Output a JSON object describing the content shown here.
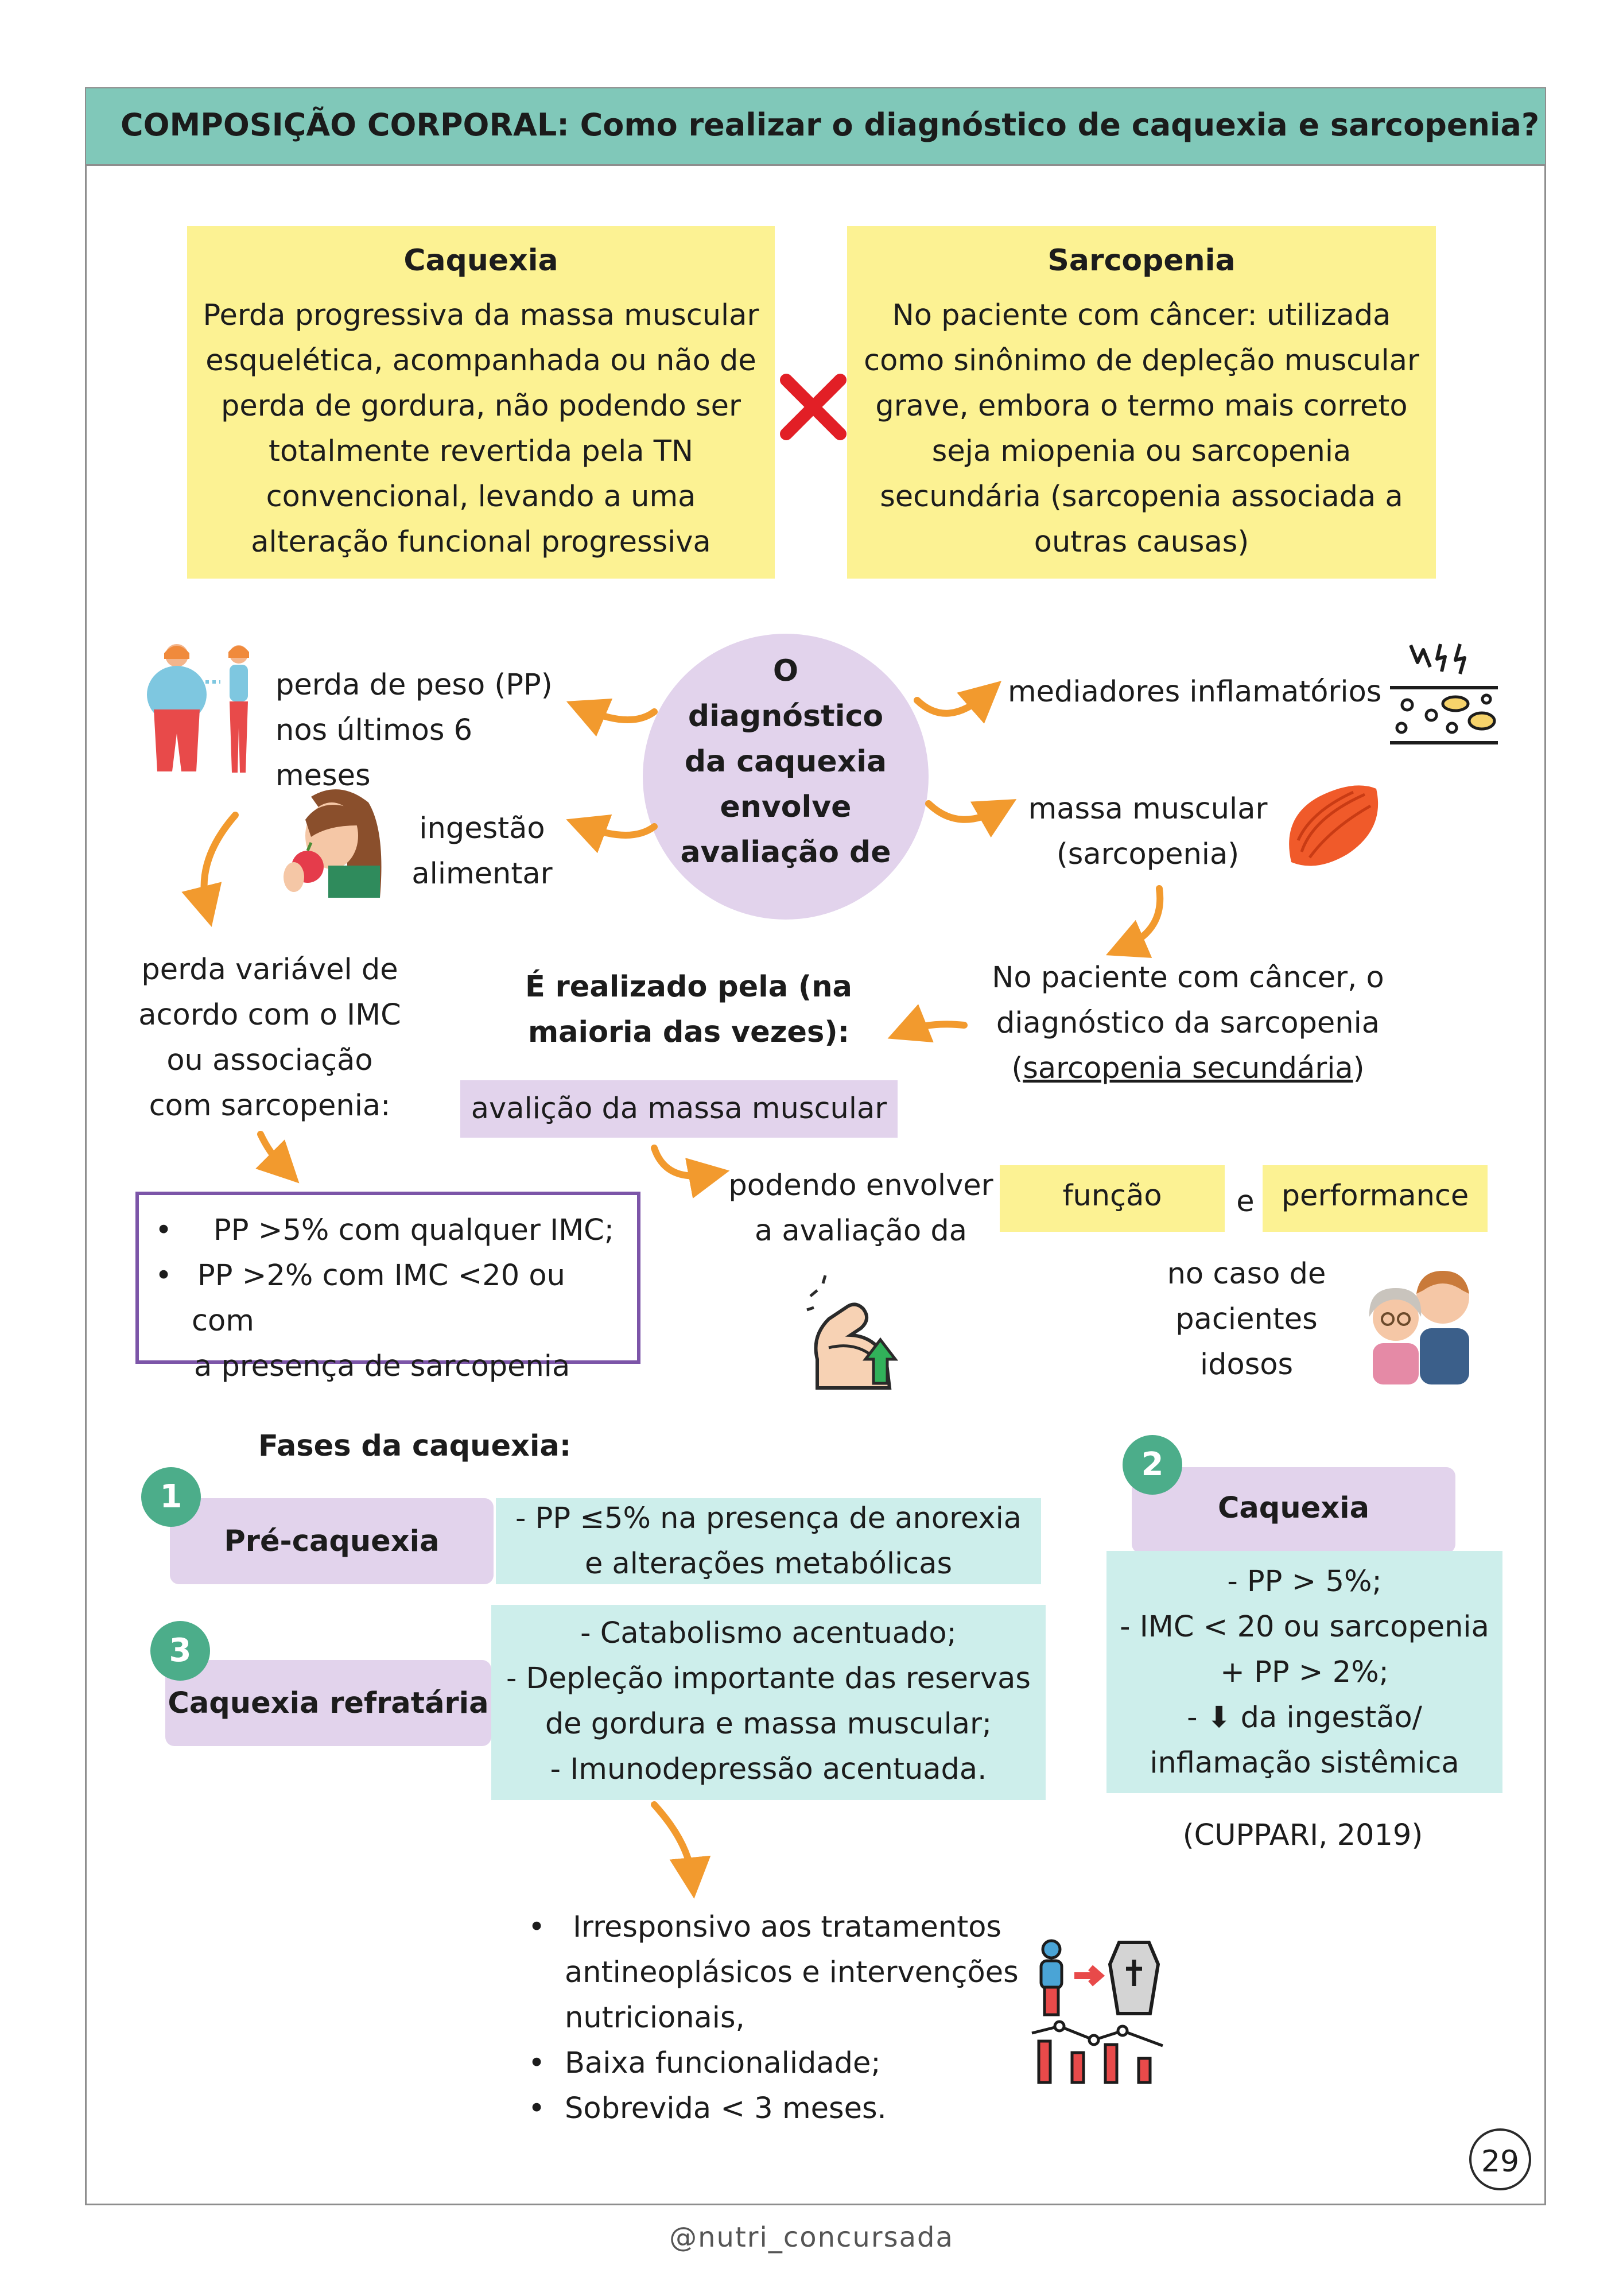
{
  "header": {
    "title": "COMPOSIÇÃO CORPORAL: Como realizar o diagnóstico de caquexia e sarcopenia?"
  },
  "definitions": {
    "caquexia": {
      "title": "Caquexia",
      "lines": [
        "Perda progressiva da massa muscular",
        "esquelética, acompanhada ou não de",
        "perda de gordura, não podendo ser",
        "totalmente revertida pela TN",
        "convencional, levando a uma",
        "alteração funcional progressiva"
      ]
    },
    "sarcopenia": {
      "title": "Sarcopenia",
      "lines": [
        "No paciente com câncer: utilizada",
        "como sinônimo de depleção muscular",
        "grave, embora o termo mais correto",
        "seja miopenia ou sarcopenia",
        "secundária (sarcopenia associada a",
        "outras causas)"
      ]
    }
  },
  "center_circle": {
    "lines": [
      "O",
      "diagnóstico",
      "da caquexia",
      "envolve",
      "avaliação de"
    ]
  },
  "left_items": {
    "weight_loss": [
      "perda de peso (PP)",
      "nos últimos 6 meses"
    ],
    "food_intake": [
      "ingestão",
      "alimentar"
    ],
    "variable_loss": [
      "perda variável de",
      "acordo com o IMC",
      "ou associação",
      "com sarcopenia:"
    ],
    "criteria": [
      "PP >5% com qualquer IMC;",
      "PP >2% com IMC <20 ou com",
      "a presença de sarcopenia"
    ]
  },
  "right_items": {
    "inflammatory": "mediadores inflamatórios",
    "muscle_mass": [
      "massa muscular",
      "(sarcopenia)"
    ],
    "cancer_diag": [
      "No paciente com câncer, o",
      "diagnóstico da sarcopenia",
      "(",
      "sarcopenia secundária",
      ")"
    ]
  },
  "middle": {
    "realizado": [
      "É realizado pela (na",
      "maioria das vezes):"
    ],
    "avaliacao": "avalição da massa muscular",
    "podendo": [
      "podendo envolver",
      "a avaliação da"
    ],
    "funcao": "função",
    "e": "e",
    "performance": "performance",
    "idosos": [
      "no caso de",
      "pacientes",
      "idosos"
    ]
  },
  "fases": {
    "title": "Fases da caquexia:",
    "fase1": {
      "num": "1",
      "label": "Pré-caquexia",
      "details": [
        "- PP ≤5% na presença de anorexia",
        "e alterações metabólicas"
      ]
    },
    "fase2": {
      "num": "2",
      "label": "Caquexia",
      "details": [
        "- PP > 5%;",
        "- IMC < 20 ou sarcopenia",
        "+ PP > 2%;",
        "- ⬇ da ingestão/",
        "inflamação sistêmica"
      ]
    },
    "fase3": {
      "num": "3",
      "label": "Caquexia refratária",
      "details": [
        "- Catabolismo acentuado;",
        "- Depleção importante das reservas",
        "de gordura e massa muscular;",
        "- Imunodepressão acentuada."
      ]
    },
    "reference": "(CUPPARI, 2019)"
  },
  "refractory_bullets": [
    "Irresponsivo aos tratamentos",
    "antineoplásicos e intervenções",
    "nutricionais,",
    "Baixa funcionalidade;",
    "Sobrevida < 3 meses."
  ],
  "page_number": "29",
  "footer": "@nutri_concursada",
  "colors": {
    "header": "#80c8b9",
    "yellow": "#fcf293",
    "lavender": "#e2d3ec",
    "cyan": "#cdeeeb",
    "badge": "#4cad8a",
    "arrow": "#f29a2e",
    "criteria_border": "#7c55a8",
    "x_mark": "#e21f26"
  }
}
